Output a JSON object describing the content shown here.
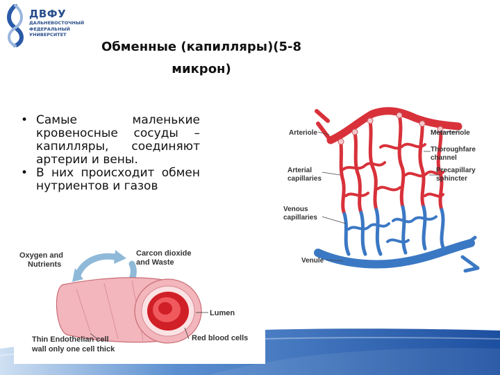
{
  "logo": {
    "title": "ДВФУ",
    "subtitle_lines": [
      "ДАЛЬНЕВОСТОЧНЫЙ",
      "ФЕДЕРАЛЬНЫЙ",
      "УНИВЕРСИТЕТ"
    ]
  },
  "slide": {
    "title_line1": "Обменные (капилляры)(5-8",
    "title_line2": "микрон)",
    "bullets": [
      "Самые маленькие кровеносные сосуды – капилляры, соединяют артерии и вены.",
      "В них происходит обмен нутриентов и газов"
    ]
  },
  "capillary_bed_figure": {
    "labels": {
      "arteriole": "Arteriole",
      "arterial_capillaries": [
        "Arterial",
        "capillaries"
      ],
      "venous_capillaries": [
        "Venous",
        "capillaries"
      ],
      "venule": "Venule",
      "metarteriole": "Metarteriole",
      "thoroughfare_channel": [
        "Thoroughfare",
        "channel"
      ],
      "precapillary_sphincter": [
        "Precapillary",
        "sphincter"
      ]
    },
    "colors": {
      "arterial": "#d8313a",
      "venous": "#3b78c4"
    }
  },
  "capillary_cross_section_figure": {
    "labels": {
      "oxygen_nutrients": [
        "Oxygen and",
        "Nutrients"
      ],
      "carbon_dioxide_waste": [
        "Carcon dioxide",
        "and Waste"
      ],
      "lumen": "Lumen",
      "red_blood_cells": "Red blood cells",
      "endothelial_wall": [
        "Thin Endothelian cell",
        "wall only one cell thick"
      ]
    },
    "colors": {
      "vessel_wall": "#f2b6bc",
      "blood": "#d01f27",
      "arrows": "#8fb9d8"
    }
  }
}
